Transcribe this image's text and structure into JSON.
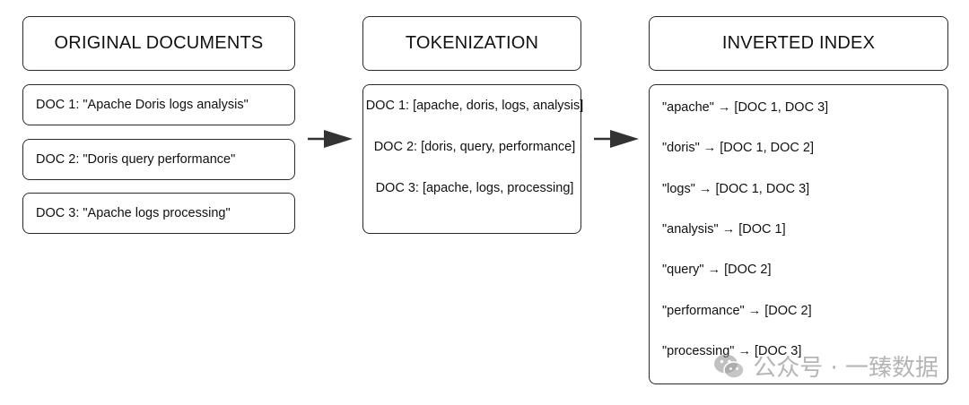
{
  "headers": {
    "original": "ORIGINAL DOCUMENTS",
    "tokenization": "TOKENIZATION",
    "inverted": "INVERTED INDEX"
  },
  "documents": [
    "DOC 1: \"Apache Doris logs analysis\"",
    "DOC 2: \"Doris query performance\"",
    "DOC 3: \"Apache logs processing\""
  ],
  "tokens": [
    "DOC 1: [apache, doris, logs, analysis]",
    "DOC 2: [doris, query, performance]",
    "DOC 3: [apache, logs, processing]"
  ],
  "index": [
    "\"apache\" → [DOC 1, DOC 3]",
    "\"doris\" → [DOC 1, DOC 2]",
    "\"logs\" → [DOC 1, DOC 3]",
    "\"analysis\" → [DOC 1]",
    "\"query\" → [DOC 2]",
    "\"performance\" → [DOC 2]",
    "\"processing\" → [DOC 3]"
  ],
  "watermark": {
    "icon": "wechat-icon",
    "text": "公众号 · 一臻数据"
  },
  "colors": {
    "stroke": "#2b2b2b",
    "text": "#111111",
    "arrow": "#333333"
  }
}
